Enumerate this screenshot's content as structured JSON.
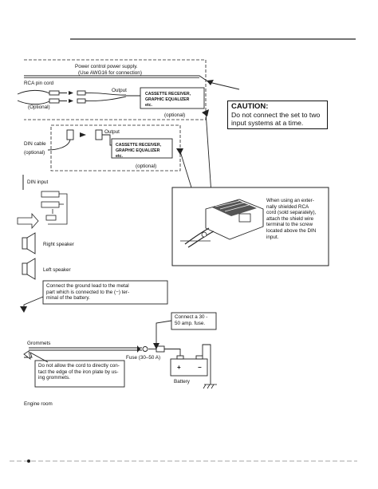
{
  "power_supply": {
    "line1": "Power control power supply.",
    "line2": "(Use AWG16 for connection)"
  },
  "rca": {
    "label": "RCA pin cord",
    "output": "Output",
    "optional": "(Optional)"
  },
  "receiver_box_1": {
    "line1": "CASSETTE RECEIVER,",
    "line2": "GRAPHIC EQUALIZER",
    "line3": "etc."
  },
  "optional_lower": "(optional)",
  "din": {
    "label": "DIN cable",
    "optional": "(optional)",
    "output": "Output"
  },
  "receiver_box_2": {
    "line1": "CASSETTE RECEIVER,",
    "line2": "GRAPHIC EQUALIZER",
    "line3": "etc."
  },
  "optional_din_box": "(optional)",
  "caution": {
    "title": "CAUTION:",
    "line1": "Do not connect the set to two",
    "line2": "input systems at a time."
  },
  "din_input": "DIN input",
  "shield_note": {
    "line1": "When using an exter-",
    "line2": "nally shielded RCA",
    "line3": "cord (sold separately),",
    "line4": "attach the shield wire",
    "line5": "terminal to the screw",
    "line6": "located above the DIN",
    "line7": "input."
  },
  "right_speaker": "Right speaker",
  "left_speaker": "Left speaker",
  "ground_note": {
    "line1": "Connect the ground lead to the metal",
    "line2": "part which is connected to the (−) ter-",
    "line3": "minal of the battery."
  },
  "fuse_note": {
    "line1": "Connect a 30 -",
    "line2": "50 amp. fuse."
  },
  "grommets": "Grommets",
  "fuse_label": "Fuse (30–50 A)",
  "cord_note": {
    "line1": "Do not allow the cord to directly con-",
    "line2": "tact the edge of the iron plate by us-",
    "line3": "ing grommets."
  },
  "battery": "Battery",
  "engine_room": "Engine room"
}
